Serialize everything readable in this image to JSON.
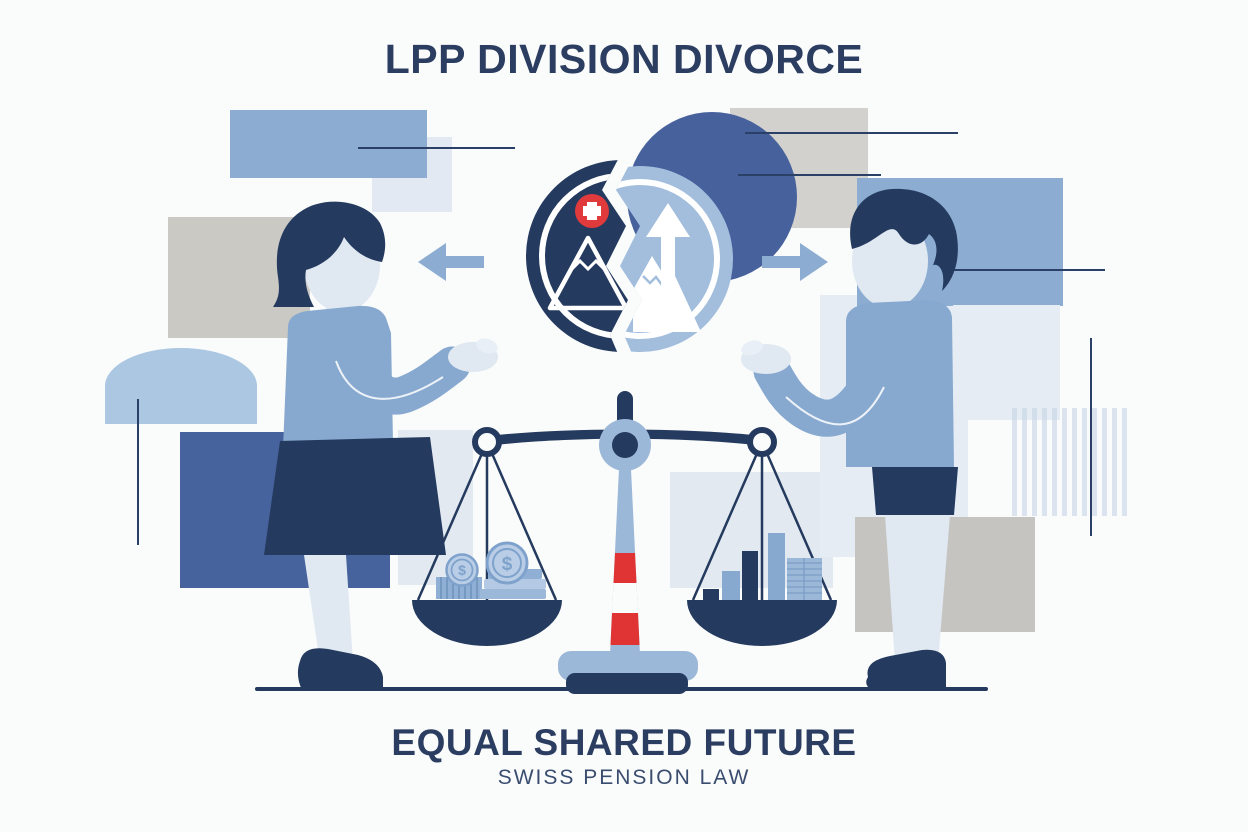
{
  "title": "LPP DIVISION DIVORCE",
  "footer": {
    "headline": "EQUAL SHARED FUTURE",
    "subheadline": "SWISS PENSION LAW"
  },
  "coins": {
    "small_symbol": "$",
    "large_symbol": "$"
  },
  "icons": {
    "center_emblem": "split-coin",
    "left_coin_half": "swiss-cross-mountain-icon",
    "right_coin_half": "mountain-growth-arrow-icon",
    "left_arrow": "arrow-left-icon",
    "right_arrow": "arrow-right-icon",
    "scale": "balance-scale-icon",
    "left_pan_contents": "money-coins-icon",
    "right_pan_contents": "growth-bars-icon",
    "left_figure": "woman-figure",
    "right_figure": "man-figure"
  },
  "palette": {
    "navy": "#243a5e",
    "medium_blue": "#87a9cf",
    "steel_blue": "#9cb8d8",
    "coin_blue": "#a3bedd",
    "accent_blue": "#46619c",
    "pale_blue": "#e0e8f1",
    "pale_panel": "#e6ecf3",
    "gray": "#cbc9c4",
    "red": "#e03434",
    "text": "#2b3d60",
    "background": "#fafbfb"
  }
}
